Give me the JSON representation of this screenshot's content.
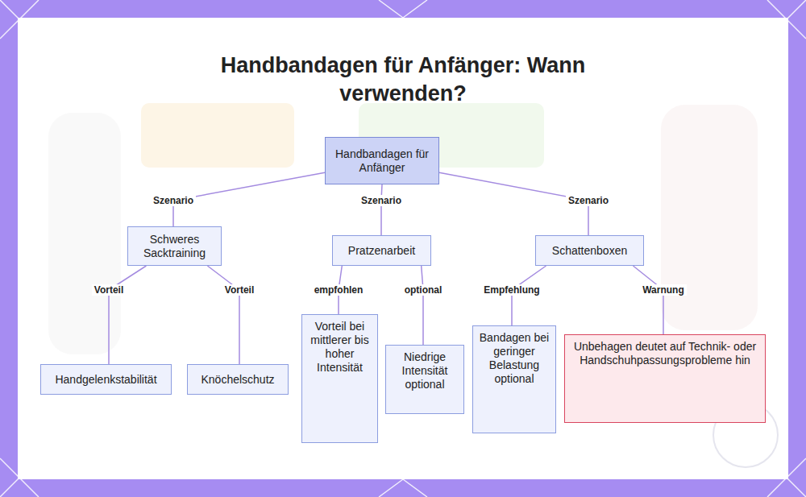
{
  "diagram": {
    "title": "Handbandagen für Anfänger: Wann verwenden?",
    "nodes": [
      {
        "text": [
          "Handbandagen für Anfänger"
        ]
      },
      {
        "text": [
          "Schweres Sacktraining"
        ]
      },
      {
        "text": [
          "Pratzenarbeit"
        ]
      },
      {
        "text": [
          "Schattenboxen"
        ]
      },
      {
        "text": [
          "Handgelenkstabilität"
        ]
      },
      {
        "text": [
          "Knöchelschutz"
        ]
      },
      {
        "text": [
          "Vorteil bei mittlerer bis hoher Intensität"
        ]
      },
      {
        "text": [
          "Niedrige Intensität optional"
        ]
      },
      {
        "text": [
          "Bandagen bei geringer Belastung optional"
        ]
      },
      {
        "text": [
          "Unbehagen deutet auf Technik- oder Handschuhpassungsprobleme hin"
        ]
      }
    ],
    "edges": [
      {
        "from": 0,
        "to": 1,
        "label": "Szenario",
        "arrow": "none"
      },
      {
        "from": 0,
        "to": 2,
        "label": "Szenario",
        "arrow": "none"
      },
      {
        "from": 0,
        "to": 3,
        "label": "Szenario",
        "arrow": "none"
      },
      {
        "from": 1,
        "to": 4,
        "label": "Vorteil",
        "arrow": "none"
      },
      {
        "from": 1,
        "to": 5,
        "label": "Vorteil",
        "arrow": "none"
      },
      {
        "from": 2,
        "to": 6,
        "label": "empfohlen",
        "arrow": "none"
      },
      {
        "from": 2,
        "to": 7,
        "label": "optional",
        "arrow": "none"
      },
      {
        "from": 3,
        "to": 8,
        "label": "Empfehlung",
        "arrow": "none"
      },
      {
        "from": 3,
        "to": 9,
        "label": "Warnung",
        "arrow": "none"
      }
    ]
  }
}
